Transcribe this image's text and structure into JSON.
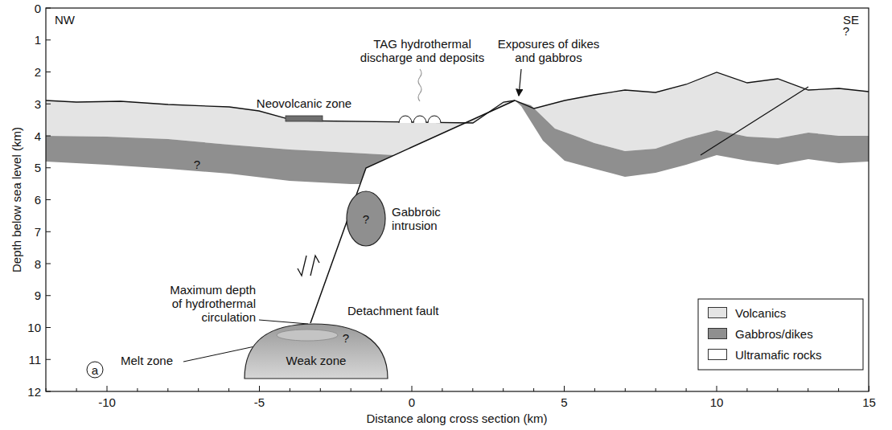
{
  "diagram": {
    "nodes": [
      {
        "text": [
          "?",
          "Gabbroic intrusion"
        ]
      },
      {
        "text": [
          "Weak zone",
          "?"
        ]
      }
    ],
    "labels": [
      "0",
      "1",
      "2",
      "3",
      "4",
      "5",
      "6",
      "7",
      "8",
      "9",
      "10",
      "11",
      "12",
      "-10",
      "-5",
      "0",
      "5",
      "10",
      "15",
      "Depth below sea level (km)",
      "Distance along cross section (km)",
      "NW",
      "SE",
      "Neovolcanic zone",
      "TAG hydrothermal discharge and deposits",
      "Exposures of dikes and gabbros",
      "Maximum depth of hydrothermal circulation",
      "Detachment fault",
      "Melt zone",
      "a",
      "?",
      "?"
    ],
    "legend": [
      {
        "text": "Volcanics",
        "color": "#e4e4e4"
      },
      {
        "text": "Gabbros/dikes",
        "color": "#8f8f8f"
      },
      {
        "text": "Ultramafic rocks",
        "color": "#ffffff"
      }
    ]
  }
}
